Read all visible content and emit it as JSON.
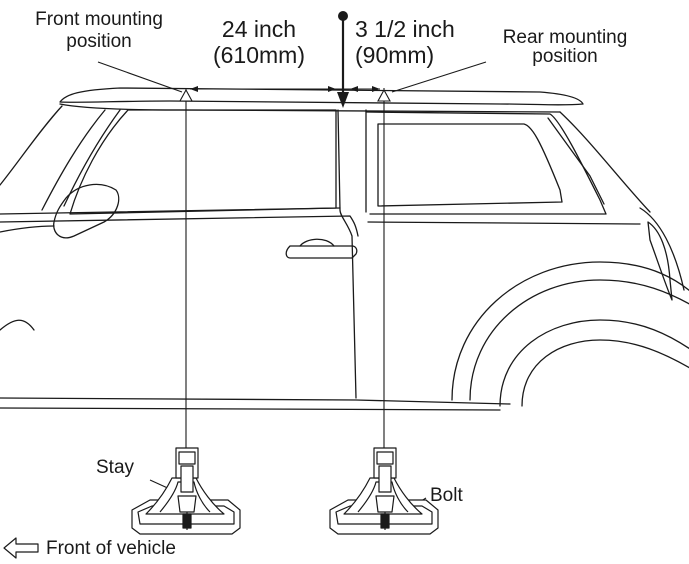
{
  "labels": {
    "front_mount": [
      "Front mounting",
      "position"
    ],
    "rear_mount": [
      "Rear mounting",
      "position"
    ],
    "dim_main": {
      "inch": "24 inch",
      "mm": "(610mm)"
    },
    "dim_offset": {
      "inch": "3 1/2 inch",
      "mm": "(90mm)"
    },
    "stay": "Stay",
    "bolt": "Bolt",
    "front_of_vehicle": "Front of vehicle"
  },
  "icons": {
    "direction_arrow": "hollow-left-arrow-icon",
    "reference_pin": "black-dot-arrow-icon"
  },
  "colors": {
    "line": "#1a1a1a",
    "background": "#ffffff"
  }
}
